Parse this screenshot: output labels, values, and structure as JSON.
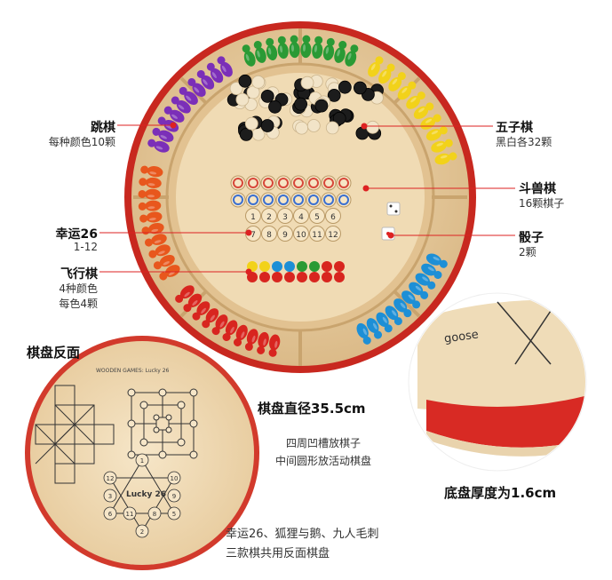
{
  "labels": {
    "tiaoqi": {
      "title": "跳棋",
      "sub": "每种颜色10颗"
    },
    "xingyun": {
      "title": "幸运26",
      "sub": "1-12"
    },
    "feixing": {
      "title": "飞行棋",
      "sub1": "4种颜色",
      "sub2": "每色4颗"
    },
    "wuziqi": {
      "title": "五子棋",
      "sub": "黑白各32颗"
    },
    "doushou": {
      "title": "斗兽棋",
      "sub": "16颗棋子"
    },
    "touzi": {
      "title": "骰子",
      "sub": "2颗"
    },
    "fanmian": {
      "title": "棋盘反面"
    },
    "diameter": "棋盘直径35.5cm",
    "groove1": "四周凹槽放棋子",
    "groove2": "中间圆形放活动棋盘",
    "thickness": "底盘厚度为1.6cm",
    "shared1": "幸运26、狐狸与鹅、九人毛刺",
    "shared2": "三款棋共用反面棋盘"
  },
  "board_back": {
    "title": "WOODEN GAMES: Lucky 26",
    "lucky": "Lucky 26",
    "numbers": [
      "12",
      "1",
      "10",
      "3",
      "9",
      "6",
      "2",
      "5",
      "11",
      "8"
    ]
  },
  "zoom": {
    "text": "goose"
  },
  "number_tiles": [
    "1",
    "2",
    "3",
    "4",
    "5",
    "6",
    "7",
    "8",
    "9",
    "10",
    "11",
    "12"
  ],
  "colors": {
    "rim": "#d9302a",
    "wood": "#e8cfa3",
    "purple": "#7b2fb8",
    "green": "#2a9a35",
    "yellow": "#f2d21a",
    "orange": "#e8571d",
    "red": "#d8251f",
    "blue": "#1d8fd6"
  }
}
